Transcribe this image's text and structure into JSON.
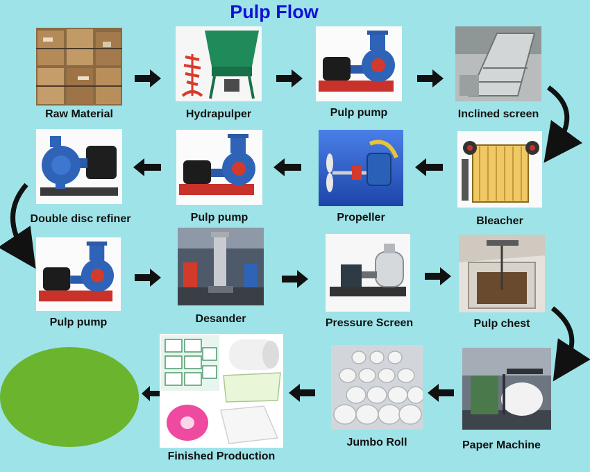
{
  "diagram": {
    "title": "Pulp Flow",
    "steps": [
      {
        "label": "Raw Material",
        "image": "waste-paper-bales"
      },
      {
        "label": "Hydrapulper",
        "image": "hydrapulper-machine"
      },
      {
        "label": "Pulp pump",
        "image": "slurry-pump"
      },
      {
        "label": "Inclined screen",
        "image": "inclined-screen"
      },
      {
        "label": "Bleacher",
        "image": "bleacher-tower"
      },
      {
        "label": "Propeller",
        "image": "propeller-agitator"
      },
      {
        "label": "Pulp pump",
        "image": "slurry-pump"
      },
      {
        "label": "Double disc refiner",
        "image": "double-disc-refiner"
      },
      {
        "label": "Pulp pump",
        "image": "slurry-pump"
      },
      {
        "label": "Desander",
        "image": "desander-cleaner"
      },
      {
        "label": "Pressure Screen",
        "image": "pressure-screen"
      },
      {
        "label": "Pulp chest",
        "image": "pulp-chest"
      },
      {
        "label": "Paper Machine",
        "image": "paper-machine"
      },
      {
        "label": "Jumbo Roll",
        "image": "jumbo-rolls"
      },
      {
        "label": "Finished Production",
        "image": "tissue-products"
      }
    ],
    "end_marker": {
      "color": "#6ab42e"
    },
    "colors": {
      "title": "#1010d8",
      "background": "#9ee3e8",
      "arrow": "#111111"
    }
  }
}
